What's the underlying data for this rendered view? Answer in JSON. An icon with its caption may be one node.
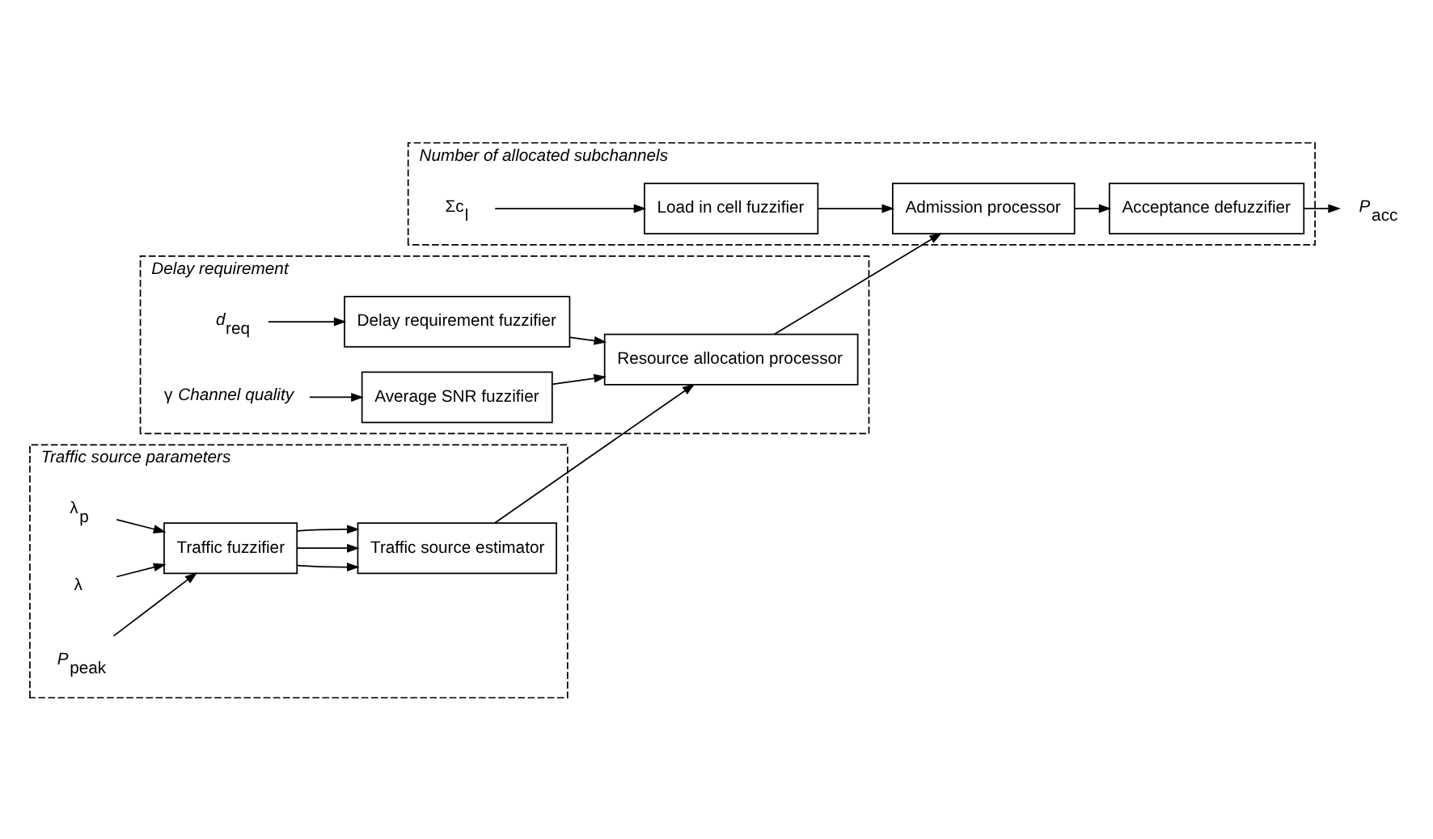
{
  "diagram": {
    "nodes": [
      {
        "text": [
          "*Traffic source parameters*"
        ]
      },
      {
        "text": [
          "Traffic fuzzifier"
        ],
        "in": 0
      },
      {
        "text": [
          "Traffic source estimator"
        ],
        "in": 0
      },
      {
        "text": [
          "λ$_{p}$"
        ],
        "in": 0
      },
      {
        "text": [
          "λ"
        ],
        "in": 0
      },
      {
        "text": [
          "*P*$_{peak}$"
        ],
        "in": 0
      },
      {
        "text": [
          "*Delay requirement*"
        ]
      },
      {
        "text": [
          "*d*$_{req}$"
        ],
        "in": 6
      },
      {
        "text": [
          "Delay requirement fuzzifier"
        ],
        "in": 6
      },
      {
        "text": [
          "Resource allocation processor"
        ],
        "in": 6
      },
      {
        "text": [
          "Average SNR fuzzifier"
        ],
        "in": 6
      },
      {
        "text": [
          "γ *Channel quality*"
        ],
        "in": 6
      },
      {
        "text": [
          "*Number of allocated subchannels*"
        ]
      },
      {
        "text": [
          "Σc$_{l}$"
        ],
        "in": 12
      },
      {
        "text": [
          "Load in cell fuzzifier"
        ],
        "in": 12
      },
      {
        "text": [
          "Admission processor"
        ],
        "in": 12
      },
      {
        "text": [
          "Acceptance defuzzifier"
        ],
        "in": 12
      },
      {
        "text": [
          "*P*$_{acc}$"
        ]
      }
    ],
    "edges": [
      {
        "from": 3,
        "to": 1,
        "arrow": "to"
      },
      {
        "from": 4,
        "to": 1,
        "arrow": "to"
      },
      {
        "from": 5,
        "to": 1,
        "arrow": "to"
      },
      {
        "from": 1,
        "to": 2,
        "arrow": "to"
      },
      {
        "from": 1,
        "to": 2,
        "arrow": "to"
      },
      {
        "from": 1,
        "to": 2,
        "arrow": "to"
      },
      {
        "from": 2,
        "to": 9,
        "arrow": "to"
      },
      {
        "from": 7,
        "to": 8,
        "arrow": "to"
      },
      {
        "from": 8,
        "to": 9,
        "arrow": "to"
      },
      {
        "from": 10,
        "to": 9,
        "arrow": "to"
      },
      {
        "from": 11,
        "to": 10,
        "arrow": "to"
      },
      {
        "from": 13,
        "to": 14,
        "arrow": "to"
      },
      {
        "from": 14,
        "to": 15,
        "arrow": "to"
      },
      {
        "from": 9,
        "to": 15,
        "arrow": "to"
      },
      {
        "from": 15,
        "to": 16,
        "arrow": "to"
      },
      {
        "from": 16,
        "to": 17,
        "arrow": "to"
      }
    ]
  }
}
